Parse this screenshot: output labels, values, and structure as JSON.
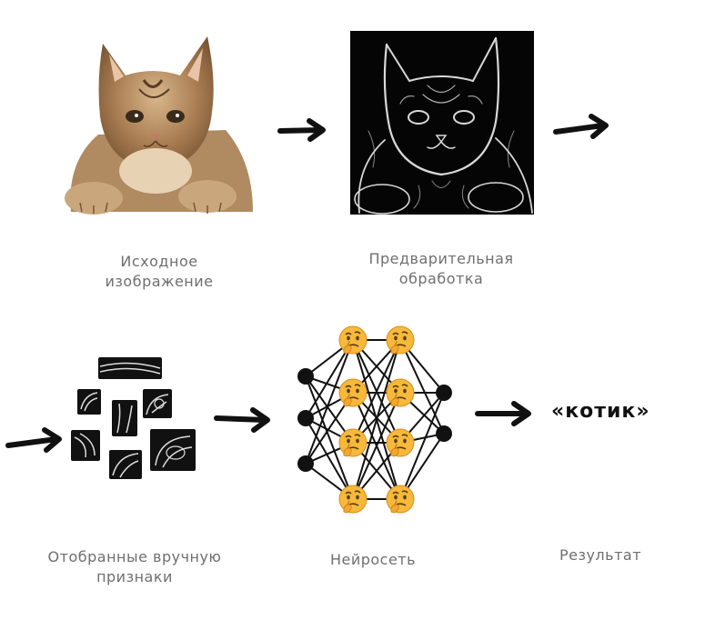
{
  "labels": {
    "source_image": "Исходное изображение",
    "preprocessing": "Предварительная обработка",
    "selected_features": "Отобранные вручную признаки",
    "neural_network": "Нейросеть",
    "result": "Результат"
  },
  "result_text": "«котик»",
  "icons": {
    "cat_photo": "cat-photo",
    "edge_map": "cat-edge-map",
    "feature_patch": "feature-patch",
    "neuron_face": "thinking-face-emoji",
    "arrow": "arrow-right"
  },
  "colors": {
    "label_text": "#6f6f6f",
    "arrow": "#111111",
    "emoji_face": "#f6b93b",
    "node": "#111111"
  }
}
